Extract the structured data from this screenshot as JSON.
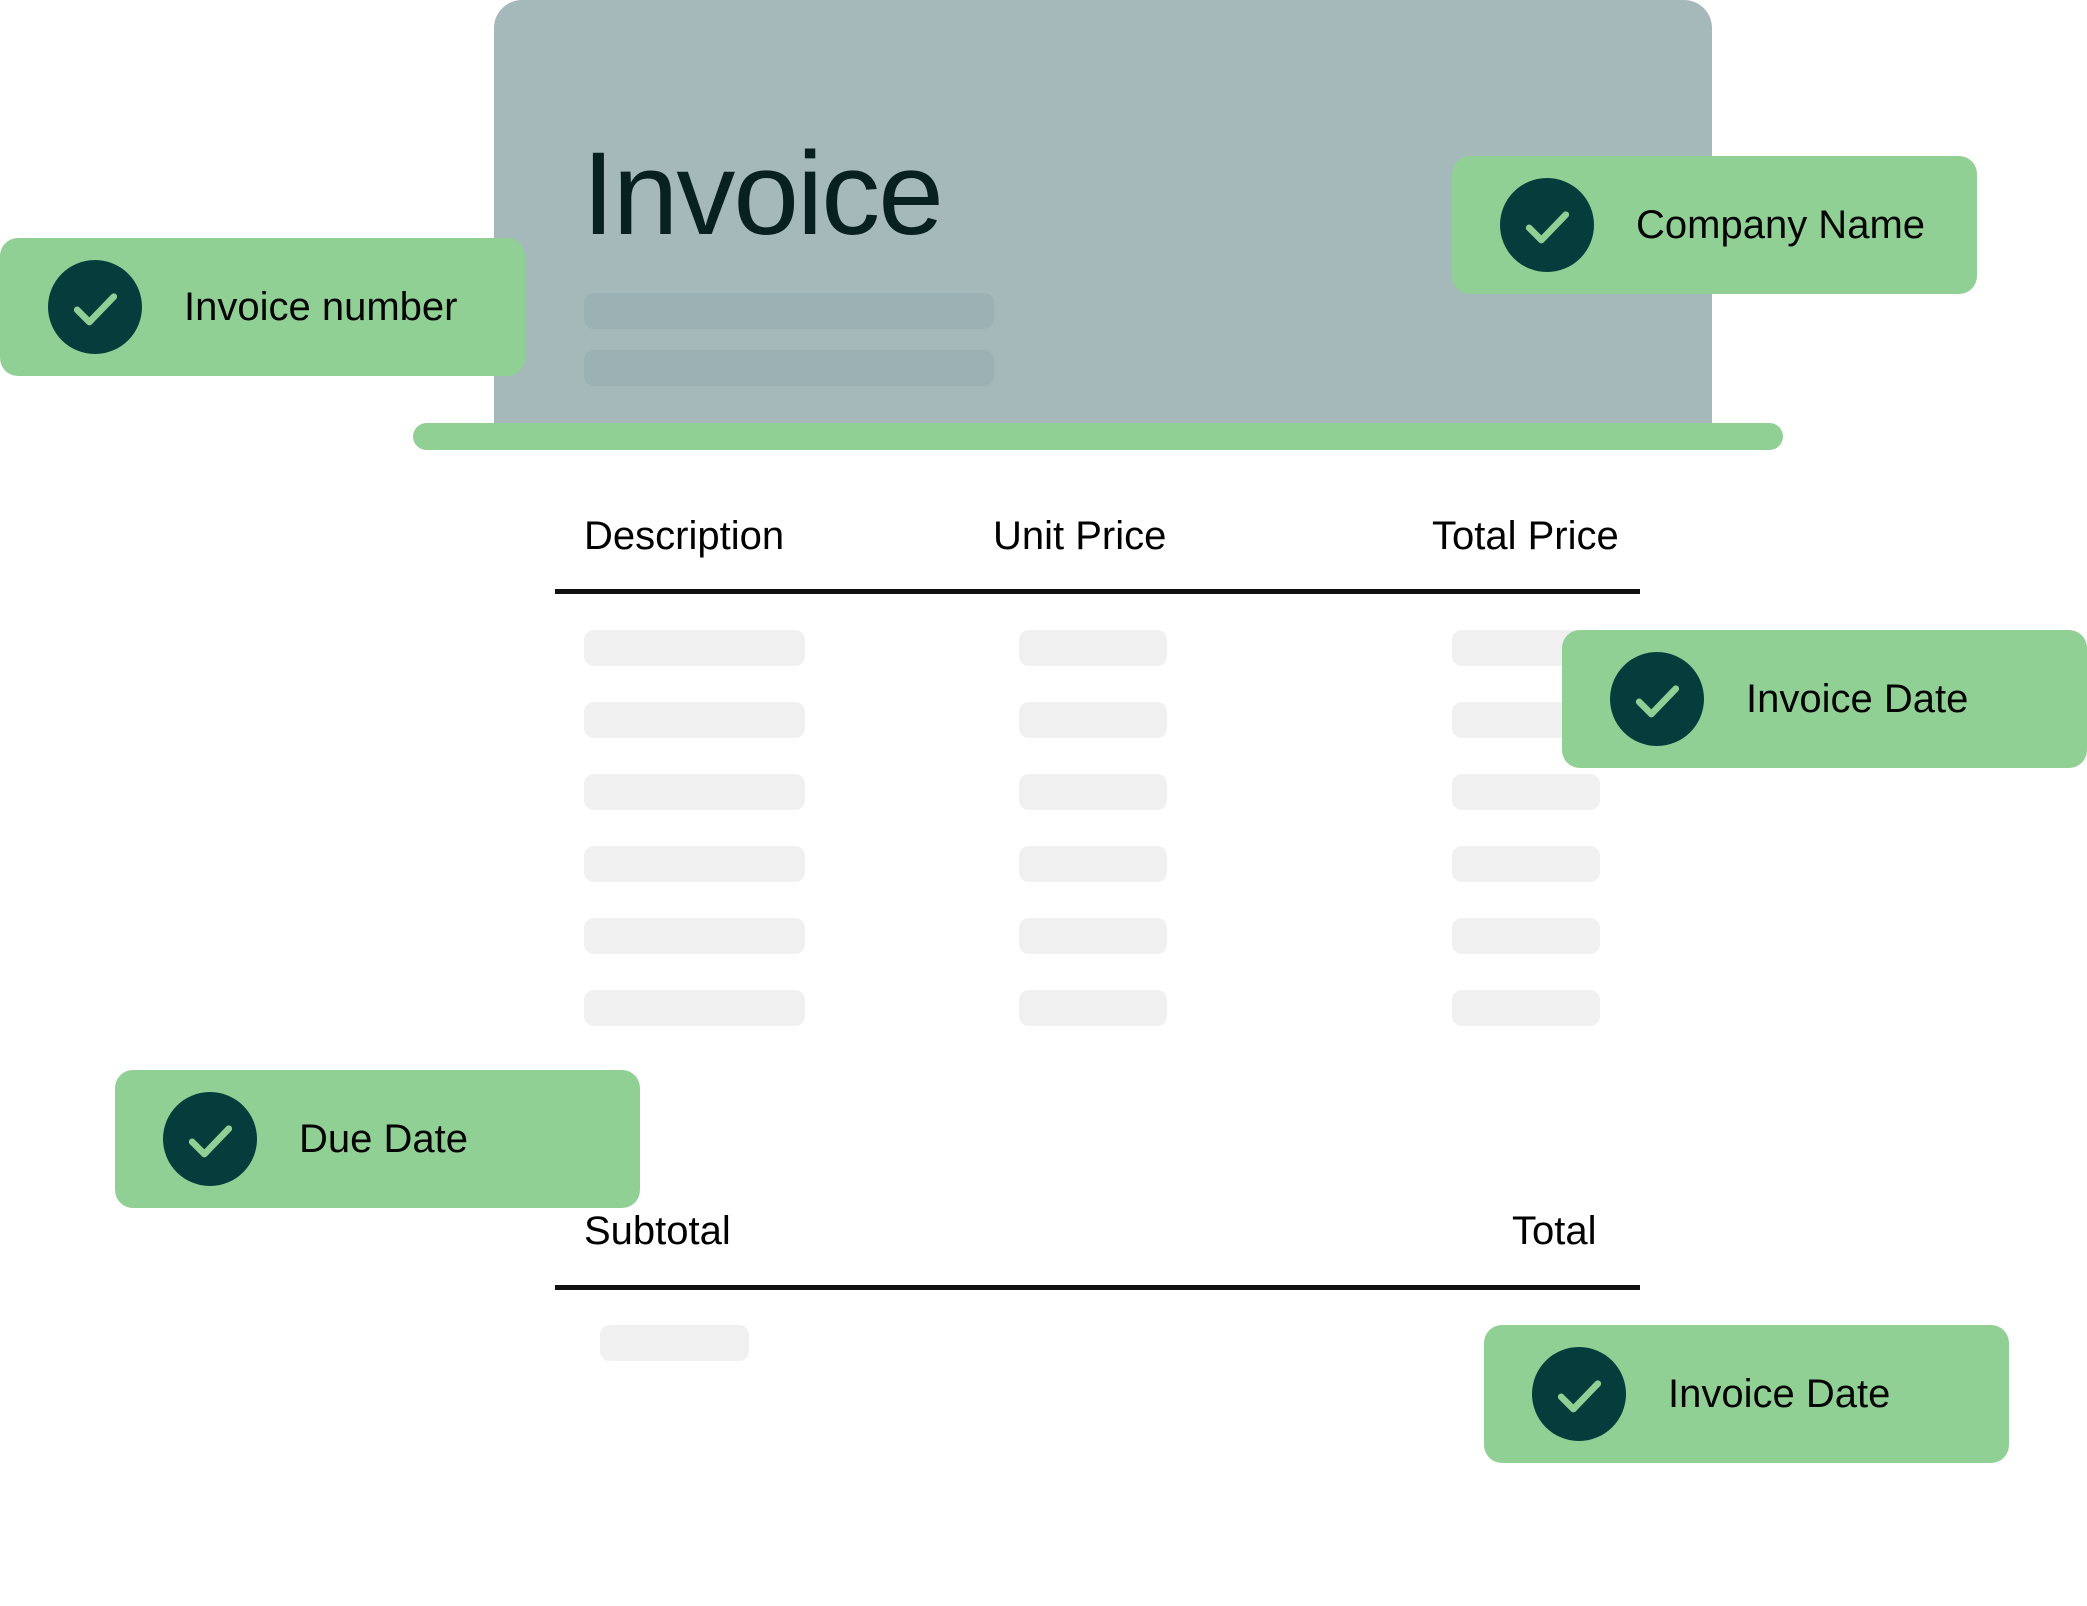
{
  "background": {
    "color": "#4c656c"
  },
  "document": {
    "title": "Invoice",
    "header": {
      "background_color": "#a7bcbf",
      "placeholder_bars": 2
    },
    "divider": {
      "color": "#90d494"
    },
    "table": {
      "columns": [
        "Description",
        "Unit Price",
        "Total Price"
      ],
      "skeleton_rows": 6
    },
    "totals": {
      "subtotal_label": "Subtotal",
      "total_label": "Total"
    }
  },
  "badges": {
    "accent_color": "#90d494",
    "icon_color": "#0b3d3c",
    "items": [
      {
        "id": "invoice-number",
        "label": "Invoice number",
        "icon": "check-circle-icon"
      },
      {
        "id": "company-name",
        "label": "Company Name",
        "icon": "check-circle-icon"
      },
      {
        "id": "invoice-date-1",
        "label": "Invoice Date",
        "icon": "check-circle-icon"
      },
      {
        "id": "due-date",
        "label": "Due Date",
        "icon": "check-circle-icon"
      },
      {
        "id": "invoice-date-2",
        "label": "Invoice Date",
        "icon": "check-circle-icon"
      }
    ]
  }
}
